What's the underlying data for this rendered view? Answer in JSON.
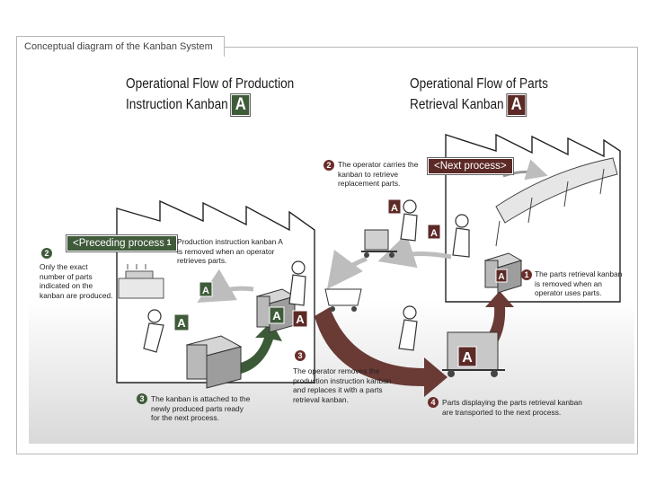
{
  "frame": {
    "title": "Conceptual diagram of the Kanban System"
  },
  "left_heading": {
    "line1": "Operational Flow of Production",
    "line2": "Instruction Kanban",
    "badge": "A"
  },
  "right_heading": {
    "line1": "Operational Flow of Parts",
    "line2": "Retrieval Kanban",
    "badge": "A"
  },
  "tags": {
    "preceding": "<Preceding process>",
    "next": "<Next process>"
  },
  "kanban_letter": "A",
  "steps": [
    {
      "num": "1",
      "text": "Production instruction kanban A is removed when an operator retrieves parts."
    },
    {
      "num": "2",
      "text": "Only the exact number of parts indicated on the kanban are produced."
    },
    {
      "num": "3",
      "text": "The kanban is attached to the newly produced parts ready for the next process."
    }
  ],
  "retrieval_steps": [
    {
      "num": "1",
      "text": "The parts retrieval kanban is removed when an operator uses parts."
    },
    {
      "num": "2",
      "text": "The operator carries the kanban to retrieve replacement parts."
    },
    {
      "num": "3",
      "text": "The operator removes the production instruction kanban and replaces it with a parts retrieval kanban."
    },
    {
      "num": "4",
      "text": "Parts displaying the parts retrieval kanban are transported to the next process."
    }
  ],
  "colors": {
    "green": "#3f5b3a",
    "brown": "#5c2a26",
    "arrow_green": "#3d5a38",
    "arrow_brown": "#6a3a35"
  }
}
